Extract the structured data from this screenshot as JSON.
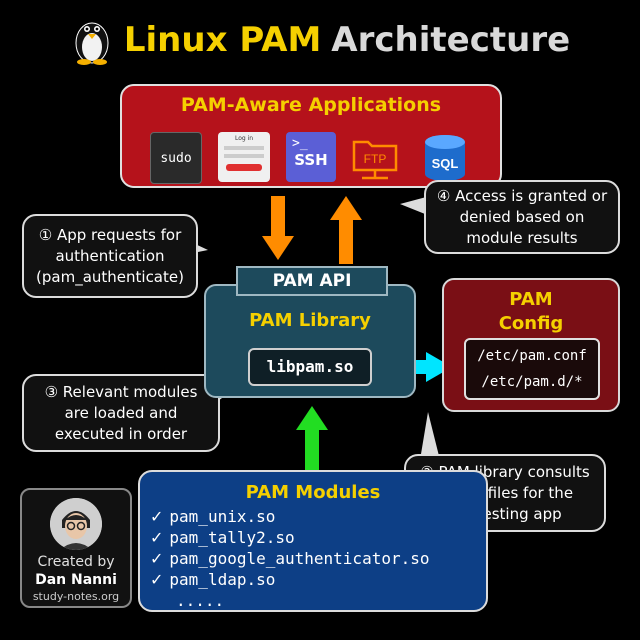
{
  "title": {
    "part1": "Linux PAM",
    "part2": "Architecture"
  },
  "apps": {
    "title": "PAM-Aware Applications",
    "icons": [
      "sudo",
      "Log in",
      "SSH",
      "FTP",
      "SQL"
    ]
  },
  "steps": {
    "s1": "① App requests for authentication (pam_authenticate)",
    "s2": "② PAM library consults config files for the requesting app",
    "s3": "③ Relevant modules are loaded and executed in order",
    "s4": "④ Access is granted or denied based on module results"
  },
  "library": {
    "api": "PAM API",
    "title": "PAM Library",
    "lib": "libpam.so"
  },
  "config": {
    "title": "PAM Config Files",
    "files": [
      "/etc/pam.conf",
      "/etc/pam.d/*"
    ]
  },
  "modules": {
    "title": "PAM Modules",
    "items": [
      "pam_unix.so",
      "pam_tally2.so",
      "pam_google_authenticator.so",
      "pam_ldap.so"
    ],
    "more": "....."
  },
  "author": {
    "created": "Created by",
    "name": "Dan Nanni",
    "site": "study-notes.org"
  },
  "colors": {
    "accent": "#f5d000",
    "apps_bg": "#b5121b",
    "library_bg": "#1d4a5c",
    "config_bg": "#7a0f15",
    "modules_bg": "#0d3f86",
    "arrow_down": "#ff8c00",
    "arrow_right": "#00e5ff",
    "arrow_up": "#22dd22"
  }
}
